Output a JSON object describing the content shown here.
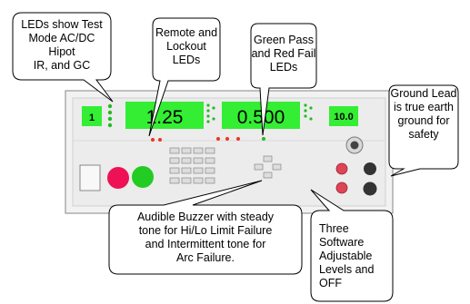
{
  "colors": {
    "lcd_green": "#33ee33",
    "led_green": "#22bb22",
    "led_red": "#ee3322",
    "panel_bg": "#eeeeee",
    "start_button": "#22cc22",
    "stop_button": "#ee1155"
  },
  "panel": {
    "display_mode": "1",
    "display_value_1": "1.25",
    "display_value_2": "0.500",
    "display_value_3": "10.0"
  },
  "callouts": {
    "test_mode_leds": [
      "LEDs show Test",
      "Mode AC/DC",
      "Hipot",
      "IR, and GC"
    ],
    "remote_lockout": [
      "Remote and",
      "Lockout",
      "LEDs"
    ],
    "pass_fail": [
      "Green Pass",
      "and Red Fail",
      "LEDs"
    ],
    "ground_lead": [
      "Ground Lead",
      "is true earth",
      "ground for",
      "safety"
    ],
    "buzzer": [
      "Audible Buzzer with steady",
      "tone for Hi/Lo Limit Failure",
      "and Intermittent tone for",
      "Arc Failure."
    ],
    "levels": [
      "Three",
      "Software",
      "Adjustable",
      "Levels and",
      "OFF"
    ]
  }
}
